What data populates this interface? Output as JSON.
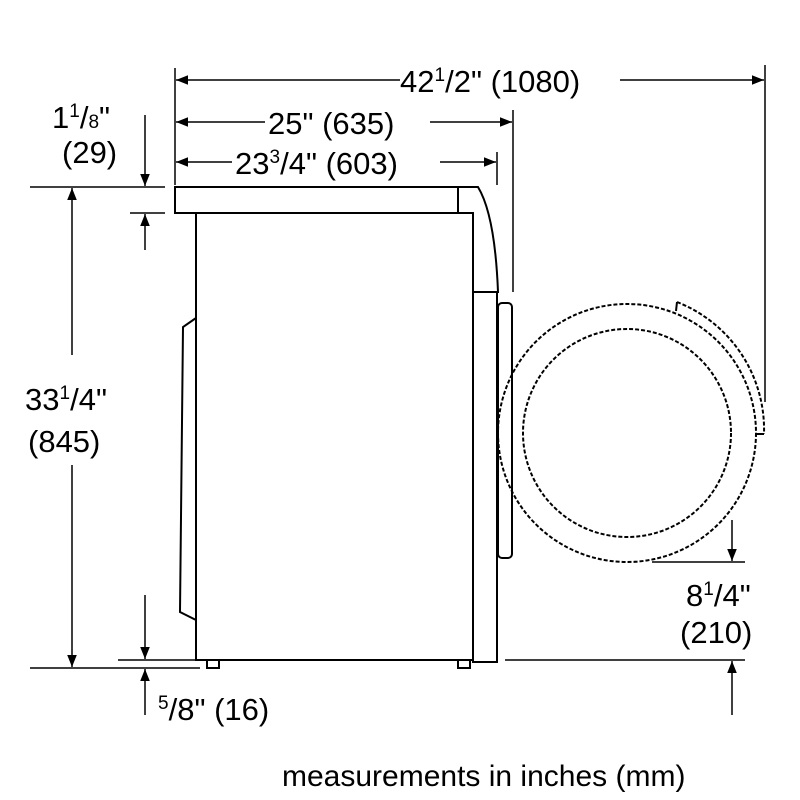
{
  "dimensions": {
    "overall_depth_door_open": {
      "whole": "42",
      "num": "1",
      "den": "2",
      "suffix": "\"",
      "mm": "(1080)"
    },
    "depth_with_door": {
      "text": "25\" (635)"
    },
    "depth_body": {
      "whole": "23",
      "num": "3",
      "den": "4",
      "suffix": "\"",
      "mm": "(603)"
    },
    "top_overhang": {
      "whole": "1",
      "num": "1",
      "den": "8",
      "suffix": "\"",
      "mm": "(29)"
    },
    "height": {
      "whole": "33",
      "num": "1",
      "den": "4",
      "suffix": "\"",
      "mm": "(845)"
    },
    "feet_height": {
      "num": "5",
      "den": "8",
      "suffix": "\" (16)"
    },
    "door_clearance": {
      "whole": "8",
      "num": "1",
      "den": "4",
      "suffix": "\"",
      "mm": "(210)"
    }
  },
  "footer": {
    "units_note": "measurements in inches (mm)"
  }
}
